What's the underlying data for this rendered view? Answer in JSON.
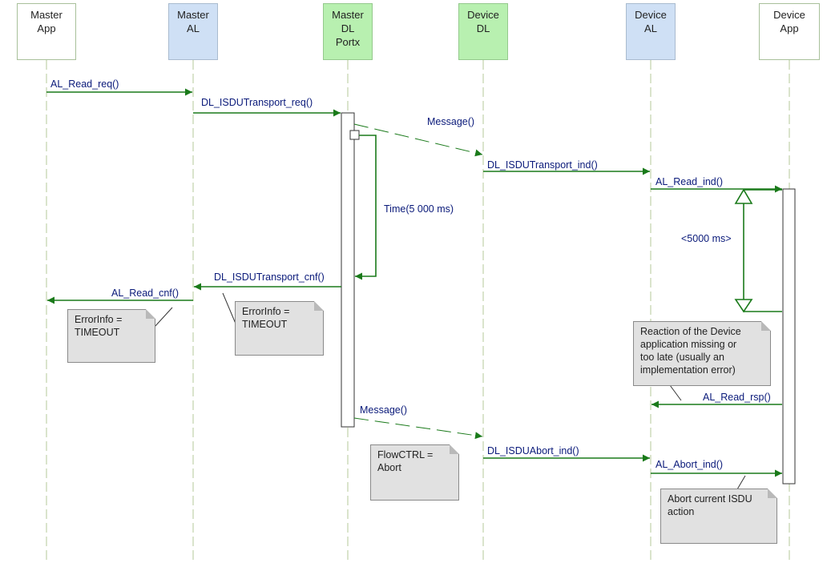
{
  "lifelines": [
    {
      "id": "master-app",
      "lines": [
        "Master",
        "App"
      ],
      "color": "#ffffff"
    },
    {
      "id": "master-al",
      "lines": [
        "Master",
        "AL"
      ],
      "color": "#cfe0f5"
    },
    {
      "id": "master-dl",
      "lines": [
        "Master",
        "DL",
        "Portx"
      ],
      "color": "#b8f0b0"
    },
    {
      "id": "device-dl",
      "lines": [
        "Device",
        "DL"
      ],
      "color": "#b8f0b0"
    },
    {
      "id": "device-al",
      "lines": [
        "Device",
        "AL"
      ],
      "color": "#cfe0f5"
    },
    {
      "id": "device-app",
      "lines": [
        "Device",
        "App"
      ],
      "color": "#ffffff"
    }
  ],
  "messages": {
    "al_read_req": "AL_Read_req()",
    "dl_isdu_transport_req": "DL_ISDUTransport_req()",
    "message_1": "Message()",
    "dl_isdu_transport_ind": "DL_ISDUTransport_ind()",
    "al_read_ind": "AL_Read_ind()",
    "time": "Time(5 000 ms)",
    "lt_5000": "<5000 ms>",
    "dl_isdu_transport_cnf": "DL_ISDUTransport_cnf()",
    "al_read_cnf": "AL_Read_cnf()",
    "al_read_rsp": "AL_Read_rsp()",
    "message_2": "Message()",
    "dl_isdu_abort_ind": "DL_ISDUAbort_ind()",
    "al_abort_ind": "AL_Abort_ind()"
  },
  "notes": {
    "error_info_1": [
      "ErrorInfo =",
      "TIMEOUT"
    ],
    "error_info_2": [
      "ErrorInfo =",
      "TIMEOUT"
    ],
    "reaction": [
      "Reaction of the Device",
      "application missing or",
      "too late (usually an",
      "implementation error)"
    ],
    "flowctrl": [
      "FlowCTRL =",
      "Abort"
    ],
    "abort": [
      "Abort current ISDU",
      "action"
    ]
  },
  "colors": {
    "arrow": "#1a7a1a",
    "lifeline_dash": "#b5c89a",
    "text": "#0a1a7a",
    "note_fill": "#e1e1e1"
  }
}
